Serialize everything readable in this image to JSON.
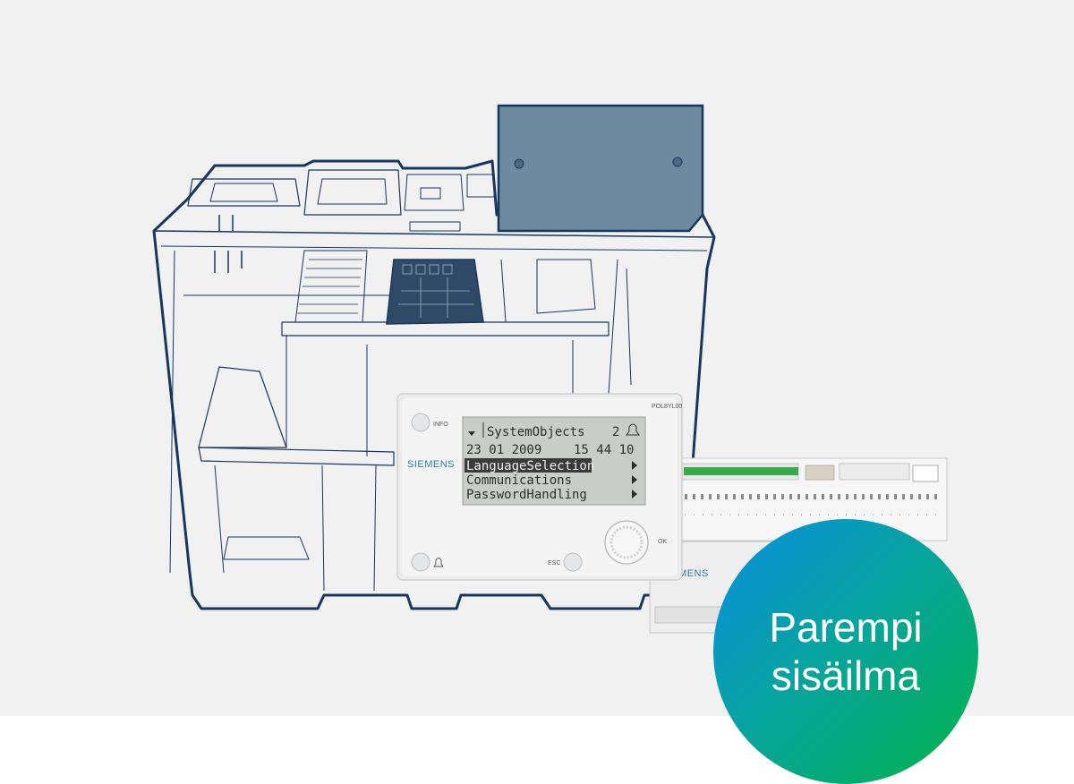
{
  "panel": {
    "brand": "SIEMENS",
    "model": "POL8YL00",
    "buttons": {
      "info": "INFO",
      "esc": "ESC",
      "ok": "OK"
    },
    "screen": {
      "title": "SystemObjects",
      "page": "2",
      "date": "23 01 2009",
      "time": "15 44 10",
      "menu": [
        "LanguageSelection",
        "Communications",
        "PasswordHandling"
      ],
      "selected_index": 0
    }
  },
  "controller": {
    "brand": "MENS"
  },
  "badge": {
    "line1": "Parempi",
    "line2": "sisäilma"
  },
  "colors": {
    "background": "#f1f1f1",
    "outline": "#17375e",
    "housing_fill": "#6e8aa1",
    "badge_start": "#0a8ee0",
    "badge_end": "#05b24a"
  }
}
